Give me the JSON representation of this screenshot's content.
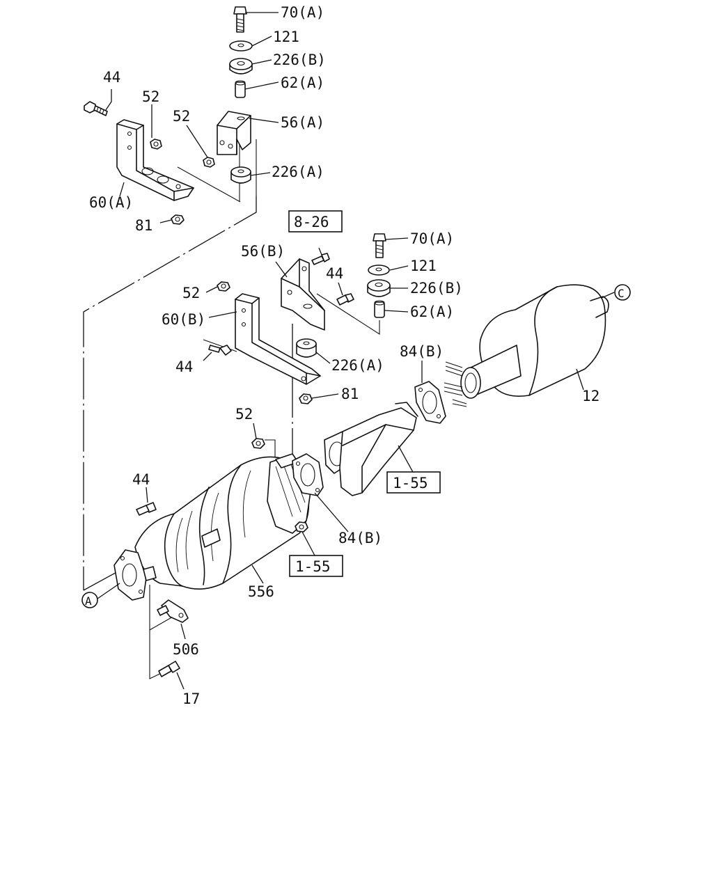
{
  "callouts": {
    "c_70a_top": "70(A)",
    "c_121_top": "121",
    "c_226b_top": "226(B)",
    "c_62a_top": "62(A)",
    "c_56a": "56(A)",
    "c_226a_top": "226(A)",
    "c_44_tl": "44",
    "c_52_tl": "52",
    "c_52_tl2": "52",
    "c_60a": "60(A)",
    "c_81_top": "81",
    "c_56b": "56(B)",
    "c_44_mid": "44",
    "c_70a_mid": "70(A)",
    "c_121_mid": "121",
    "c_226b_mid": "226(B)",
    "c_62a_mid": "62(A)",
    "c_52_mid": "52",
    "c_60b": "60(B)",
    "c_44_left": "44",
    "c_226a_mid": "226(A)",
    "c_81_mid": "81",
    "c_84b_top": "84(B)",
    "c_12": "12",
    "c_52_cat": "52",
    "c_44_cat": "44",
    "c_84b_low": "84(B)",
    "c_556": "556",
    "c_506": "506",
    "c_17": "17"
  },
  "references": {
    "ref_8_26": "8-26",
    "ref_1_55_upper": "1-55",
    "ref_1_55_lower": "1-55"
  },
  "connectors": {
    "conn_a": "A",
    "conn_c": "C"
  }
}
